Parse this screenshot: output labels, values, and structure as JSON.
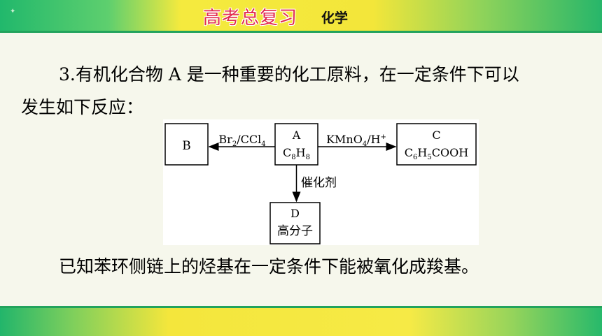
{
  "header": {
    "title": "高考总复习",
    "subject": "化学"
  },
  "question": {
    "line1": "3.有机化合物 A 是一种重要的化工原料，在一定条件下可以",
    "line2": "发生如下反应：",
    "note": "已知苯环侧链上的烃基在一定条件下能被氧化成羧基。"
  },
  "diagram": {
    "box_a": {
      "name": "A",
      "formula": {
        "c": "C",
        "c_sub": "8",
        "h": "H",
        "h_sub": "8"
      }
    },
    "box_b": {
      "name": "B"
    },
    "box_c": {
      "name": "C",
      "formula": {
        "c": "C",
        "c_sub": "6",
        "h": "H",
        "h_sub": "5",
        "tail": "COOH"
      }
    },
    "box_d": {
      "name": "D",
      "label": "高分子"
    },
    "reagent_left": {
      "br": "Br",
      "br_sub": "2",
      "mid": "/CCl",
      "cl_sub": "4"
    },
    "reagent_right": {
      "main": "KMnO",
      "o_sub": "4",
      "slash": "/H",
      "plus": "+"
    },
    "reagent_down": "催化剂"
  }
}
